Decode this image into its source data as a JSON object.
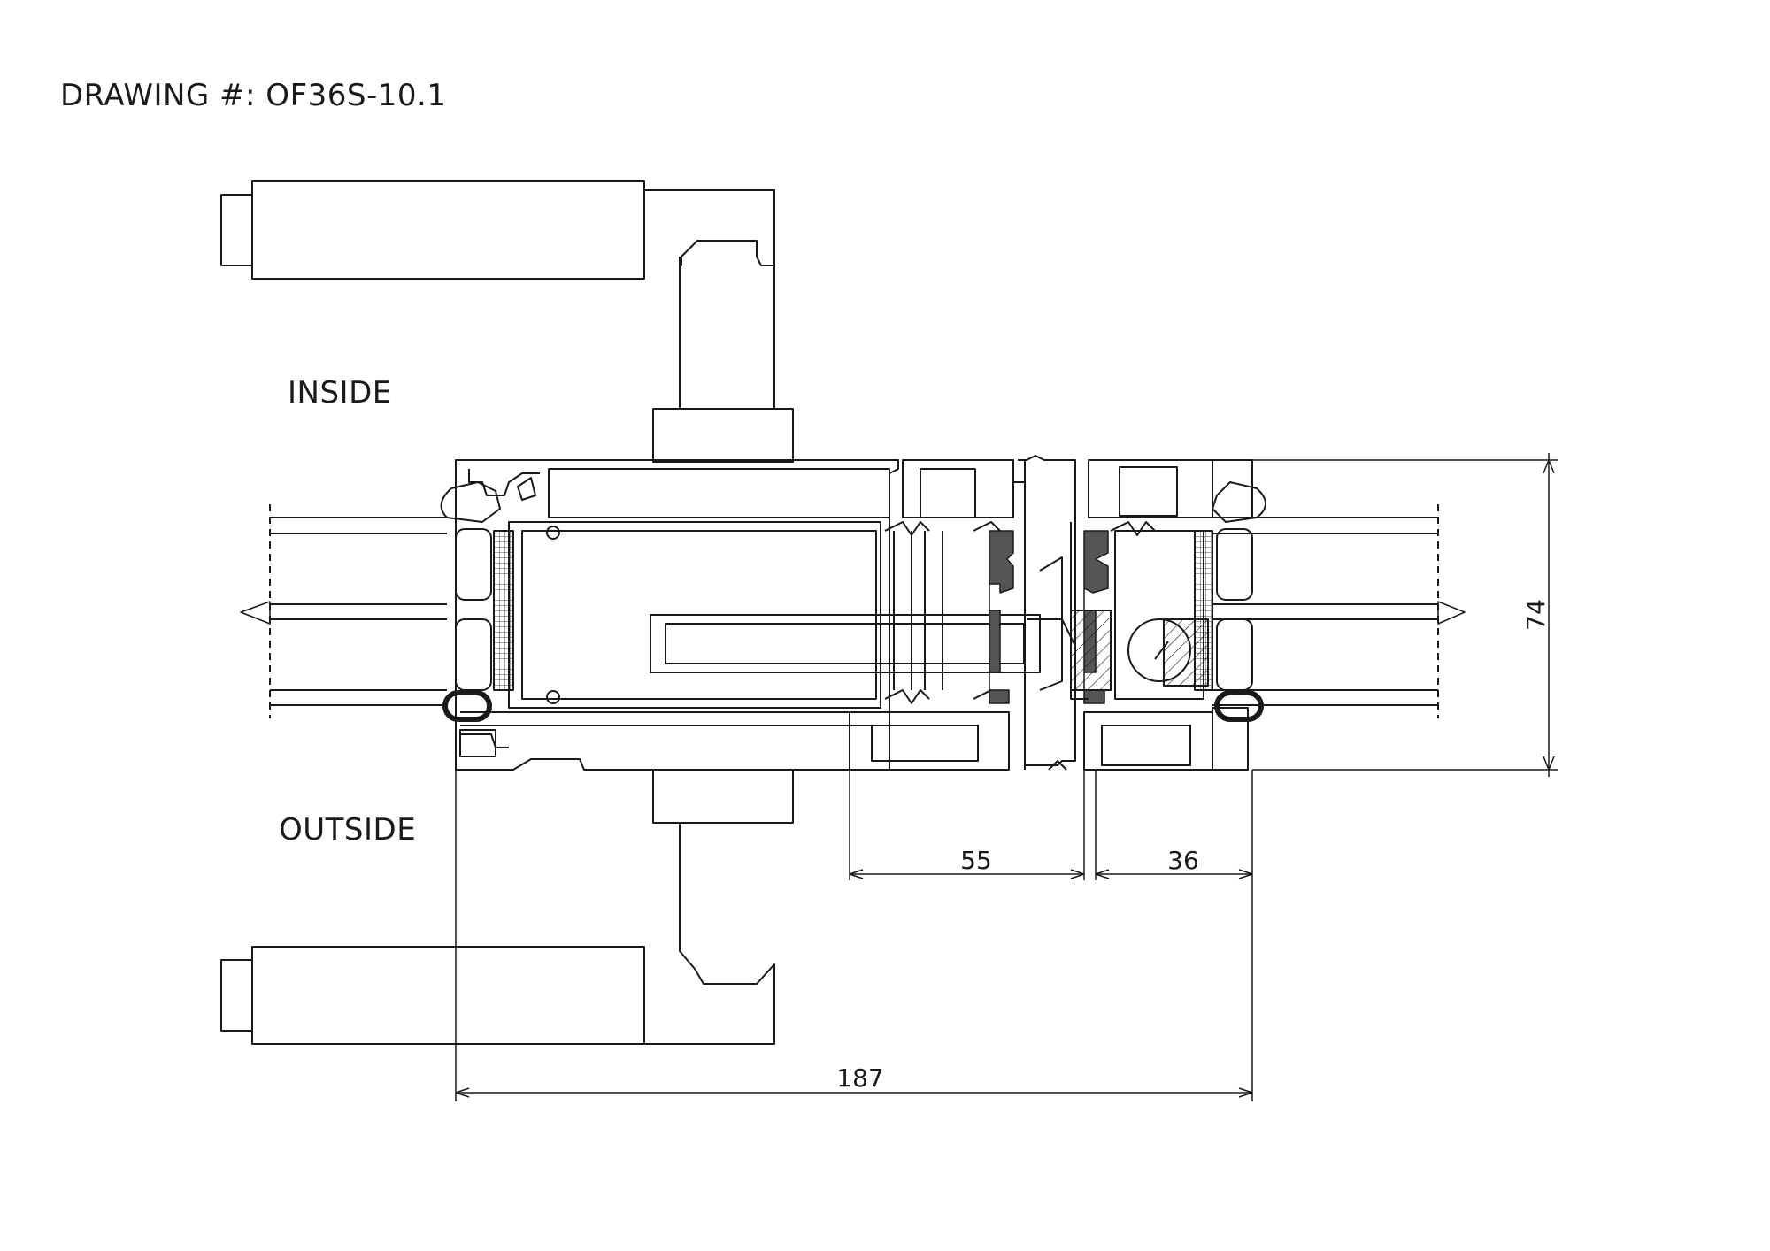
{
  "drawing": {
    "title": "DRAWING #: OF36S-10.1",
    "inside_label": "INSIDE",
    "outside_label": "OUTSIDE",
    "dimensions": {
      "total_width": "187",
      "sash_width_1": "55",
      "sash_width_2": "36",
      "frame_depth": "74"
    }
  },
  "colors": {
    "line": "#1a1a1a",
    "gasket_fill": "#555555",
    "background": "#ffffff"
  }
}
